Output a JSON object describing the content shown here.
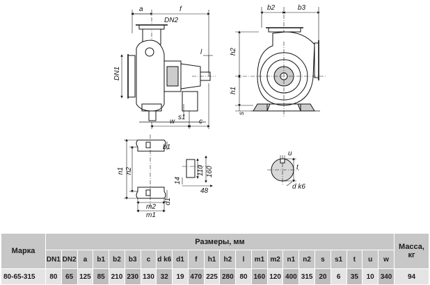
{
  "drawing": {
    "side_view_labels": {
      "a": "a",
      "f": "f",
      "dn2": "DN2",
      "dn1": "DN1",
      "l": "l",
      "w": "w",
      "c": "c",
      "s1": "s1"
    },
    "front_view_labels": {
      "b2": "b2",
      "b3": "b3",
      "h2": "h2",
      "h1": "h1",
      "s": "s"
    },
    "foot_view_labels": {
      "b1": "b1",
      "n1": "n1",
      "n2": "n2",
      "d1": "d1",
      "m2": "m2",
      "m1": "m1",
      "v110": "110",
      "v160": "160",
      "v14": "14",
      "v48": "48"
    },
    "shaft_view_labels": {
      "u": "u",
      "t": "t",
      "dk6": "d k6"
    }
  },
  "table": {
    "col_marka": "Марка",
    "col_sizes": "Размеры, мм",
    "col_mass": "Масса, кг",
    "dims": [
      "DN1",
      "DN2",
      "a",
      "b1",
      "b2",
      "b3",
      "c",
      "d k6",
      "d1",
      "f",
      "h1",
      "h2",
      "l",
      "m1",
      "m2",
      "n1",
      "n2",
      "s",
      "s1",
      "t",
      "u",
      "w"
    ],
    "rows": [
      {
        "marka": "80-65-315",
        "values": [
          "80",
          "65",
          "125",
          "85",
          "210",
          "230",
          "130",
          "32",
          "19",
          "470",
          "225",
          "280",
          "80",
          "160",
          "120",
          "400",
          "315",
          "20",
          "6",
          "35",
          "10",
          "340"
        ],
        "mass": "94"
      }
    ]
  }
}
